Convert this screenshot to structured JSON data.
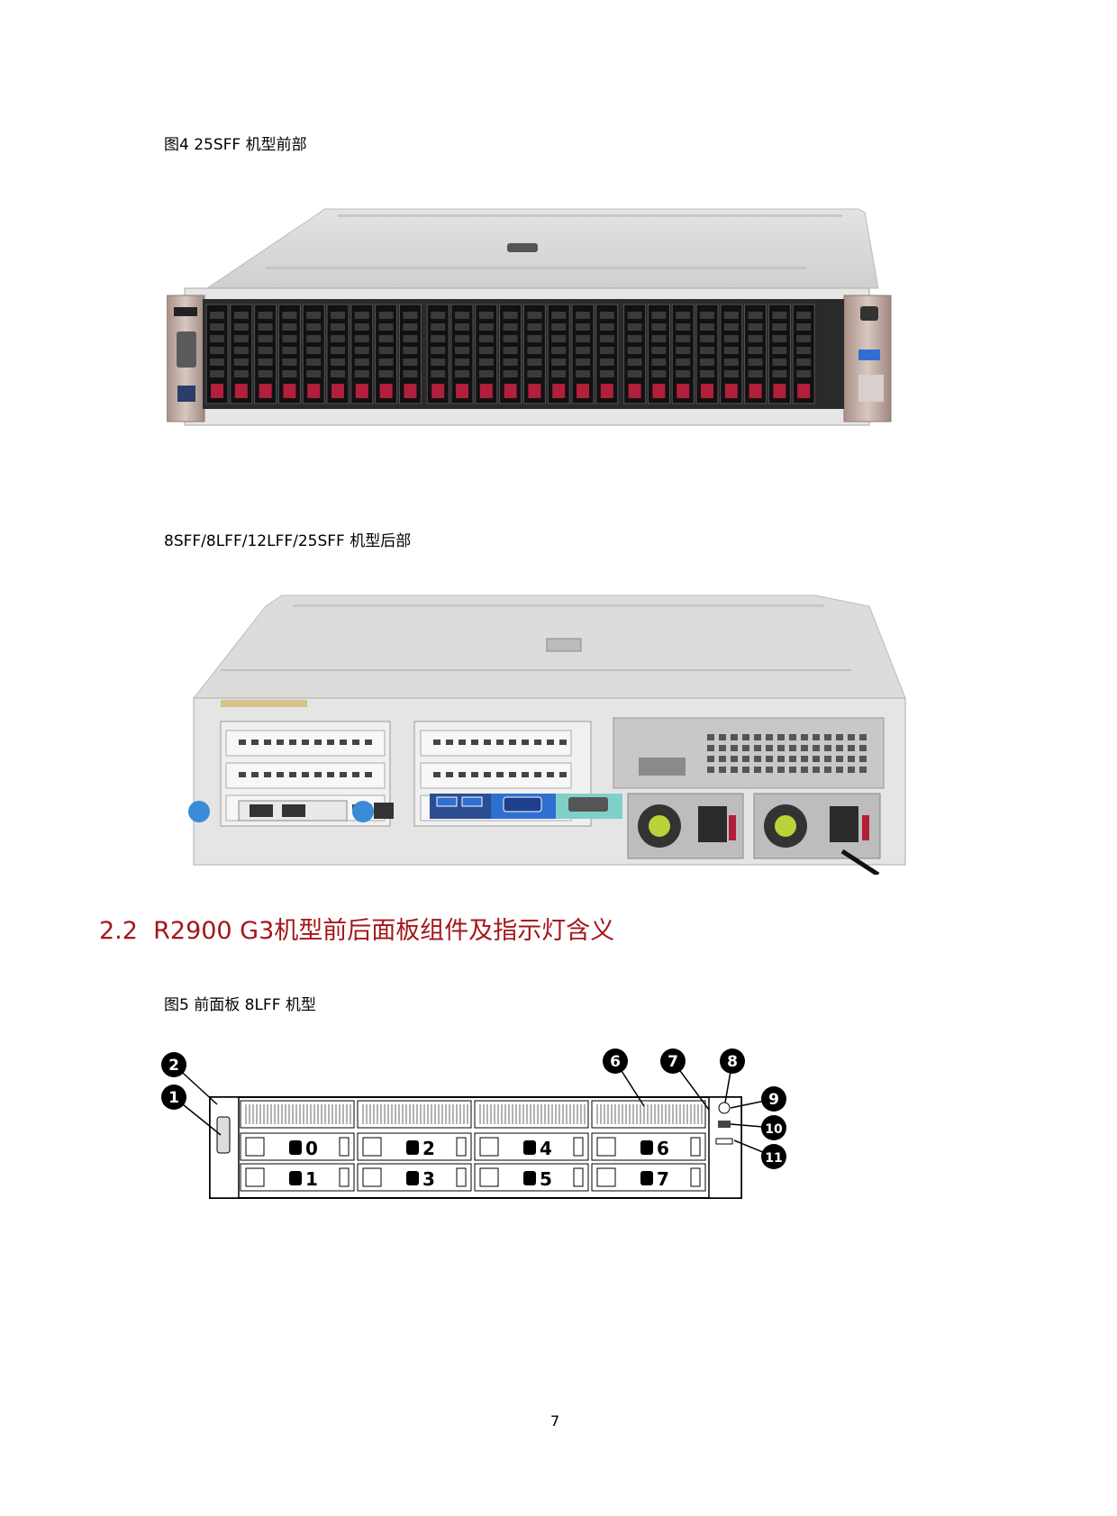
{
  "figures": [
    {
      "caption": "图4  25SFF 机型前部",
      "image": "server-25sff-front"
    },
    {
      "caption": "8SFF/8LFF/12LFF/25SFF 机型后部",
      "image": "server-rear"
    },
    {
      "caption": "图5  前面板 8LFF 机型",
      "image": "front-panel-8lff-diagram"
    }
  ],
  "section": {
    "number": "2.2",
    "title": "R2900 G3机型前后面板组件及指示灯含义"
  },
  "diagram": {
    "callouts": [
      "1",
      "2",
      "6",
      "7",
      "8",
      "9",
      "10",
      "11"
    ],
    "bays": [
      "0",
      "1",
      "2",
      "3",
      "4",
      "5",
      "6",
      "7"
    ]
  },
  "page_number": "7",
  "colors": {
    "heading": "#a4161a",
    "drive_latch": "#b21f3a"
  }
}
